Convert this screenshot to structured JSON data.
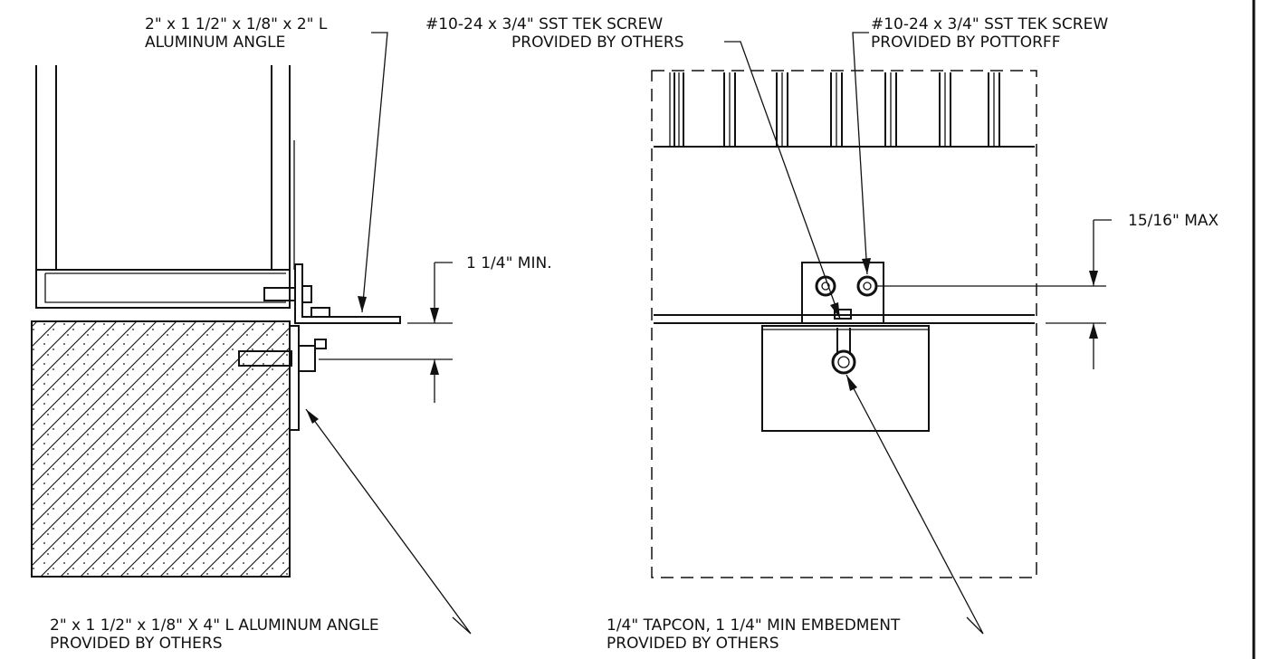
{
  "labels": {
    "top_left_angle_line1": "2\" x 1 1/2\" x 1/8\" x 2\" L",
    "top_left_angle_line2": "ALUMINUM ANGLE",
    "dim_left": "1 1/4\" MIN.",
    "bottom_left_angle_line1": "2\" x 1 1/2\" x 1/8\" X 4\" L ALUMINUM ANGLE",
    "bottom_left_angle_line2": "PROVIDED BY OTHERS",
    "screw_others_line1": "#10-24 x 3/4\" SST TEK SCREW",
    "screw_others_line2": "PROVIDED BY OTHERS",
    "screw_pottorff_line1": "#10-24 x 3/4\" SST TEK SCREW",
    "screw_pottorff_line2": "PROVIDED BY POTTORFF",
    "dim_right": "15/16\" MAX",
    "tapcon_line1": "1/4\" TAPCON, 1 1/4\" MIN EMBEDMENT",
    "tapcon_line2": "PROVIDED BY OTHERS"
  },
  "colors": {
    "line": "#111111",
    "background": "#ffffff"
  }
}
